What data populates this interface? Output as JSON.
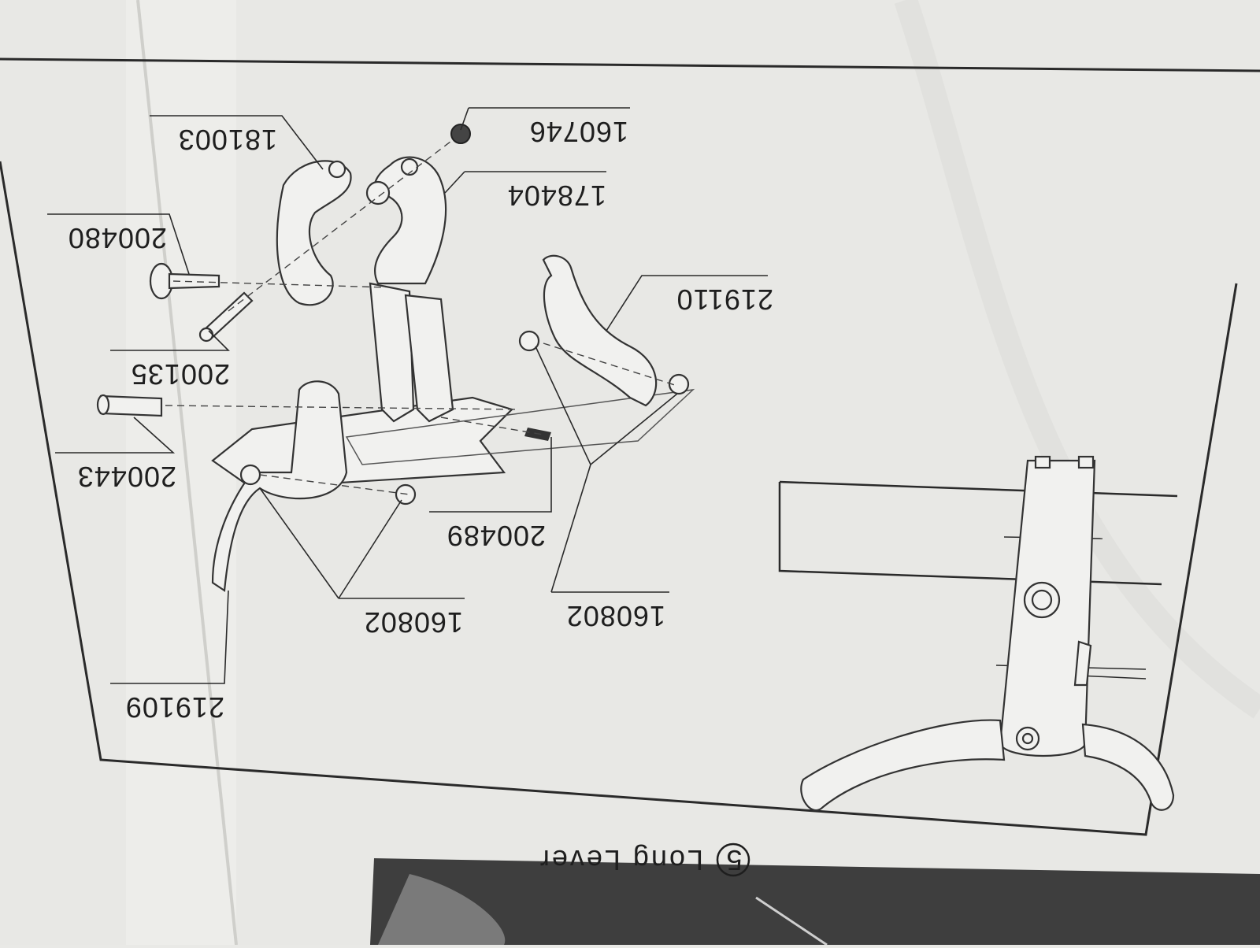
{
  "section": {
    "number": "5",
    "title": "Long Lever"
  },
  "part_numbers": [
    "181003",
    "160746",
    "178404",
    "200480",
    "219110",
    "200135",
    "200443",
    "200489",
    "160802",
    "160802",
    "219109"
  ],
  "colors": {
    "paper": "#ececea",
    "ink": "#1e1e1e"
  }
}
